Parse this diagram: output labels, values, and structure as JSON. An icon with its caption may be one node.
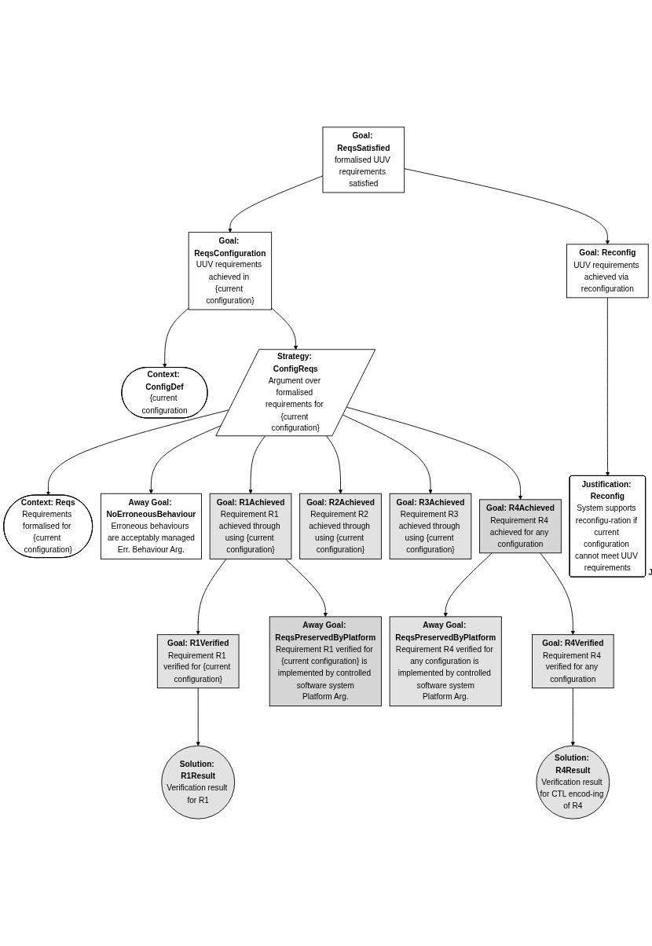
{
  "diagram": {
    "nodes": [
      {
        "text": [
          "Goal: ReqsSatisfied",
          "formalised UUV requirements satisfied"
        ]
      },
      {
        "text": [
          "Context: ConfigDef",
          "{current configuration"
        ]
      },
      {
        "text": [
          "Justification: Reconfig",
          "System supports reconfigu-ration if current configuration cannot meet UUV requirements"
        ],
        "beside": [
          "J"
        ]
      },
      {
        "text": [
          "Goal: ReqsConfiguration",
          "UUV requirements achieved in {current configuration}"
        ]
      },
      {
        "text": [
          "Goal: Reconfig",
          "UUV requirements achieved via reconfiguration"
        ]
      },
      {
        "text": [
          "Context: Reqs",
          "Requirements formalised for {current configuration}"
        ]
      },
      {
        "text": [
          "Strategy: ConfigReqs",
          "Argument over formalised requirements for {current configuration}"
        ]
      },
      {
        "text": [
          "Away Goal: NoErroneousBehaviour",
          "Erroneous behaviours are acceptably managed",
          "Err. Behaviour Arg."
        ]
      },
      {
        "text": [
          "Goal: R1Achieved",
          "Requirement R1 achieved through using {current configuration}"
        ]
      },
      {
        "text": [
          "Goal: R2Achieved",
          "Requirement R2 achieved through using {current configuration}"
        ]
      },
      {
        "text": [
          "Goal: R3Achieved",
          "Requirement R3 achieved through using {current configuration}"
        ]
      },
      {
        "text": [
          "Goal: R4Achieved",
          "Requirement R4 achieved for any configuration"
        ]
      },
      {
        "text": [
          "Goal: R1Verified",
          "Requirement R1 verified for {current configuration}"
        ]
      },
      {
        "text": [
          "Goal: R4Verified",
          "Requirement R4 verified for any configuration"
        ]
      },
      {
        "text": [
          "Away Goal: ReqsPreservedByPlatform",
          "Requirement R1 verified for {current configuration} is implemented by controlled software system",
          "Platform Arg."
        ]
      },
      {
        "text": [
          "Away Goal: ReqsPreservedByPlatform",
          "Requirement R4 verified for any configuration is implemented by controlled software system",
          "Platform Arg."
        ]
      },
      {
        "text": [
          "Solution: R1Result",
          "Verification result for R1"
        ]
      },
      {
        "text": [
          "Solution: R4Result",
          "Verification result for CTL encod-ing of R4"
        ]
      }
    ],
    "edges": [
      {
        "from": 0,
        "to": 3,
        "arrow": "to"
      },
      {
        "from": 0,
        "to": 4,
        "arrow": "to"
      },
      {
        "from": 3,
        "to": 1,
        "arrow": "to"
      },
      {
        "from": 4,
        "to": 2,
        "arrow": "to"
      },
      {
        "from": 3,
        "to": 6,
        "arrow": "to"
      },
      {
        "from": 6,
        "to": 5,
        "arrow": "to"
      },
      {
        "from": 6,
        "to": 7,
        "arrow": "to"
      },
      {
        "from": 6,
        "to": 8,
        "arrow": "to"
      },
      {
        "from": 6,
        "to": 9,
        "arrow": "to"
      },
      {
        "from": 6,
        "to": 10,
        "arrow": "to"
      },
      {
        "from": 6,
        "to": 11,
        "arrow": "to"
      },
      {
        "from": 8,
        "to": 12,
        "arrow": "to"
      },
      {
        "from": 8,
        "to": 14,
        "arrow": "to"
      },
      {
        "from": 11,
        "to": 15,
        "arrow": "to"
      },
      {
        "from": 11,
        "to": 13,
        "arrow": "to"
      },
      {
        "from": 12,
        "to": 16,
        "arrow": "to"
      },
      {
        "from": 13,
        "to": 17,
        "arrow": "to"
      }
    ]
  }
}
